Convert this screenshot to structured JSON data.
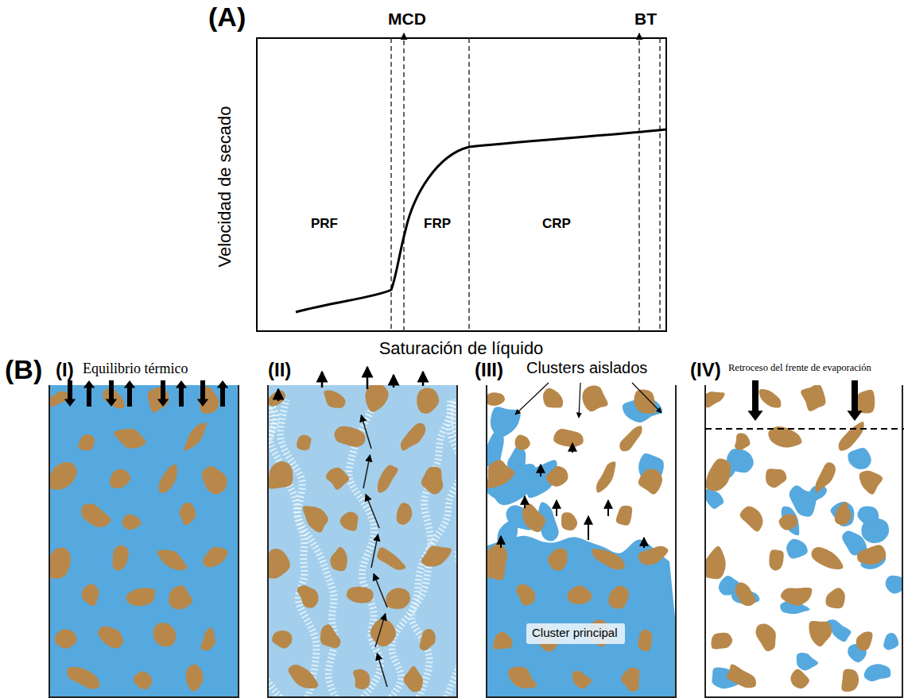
{
  "diagram": {
    "nodes": [
      {
        "text": [
          "Cluster principal"
        ]
      }
    ],
    "labels": [
      "(A)",
      "MCD",
      "BT",
      "Velocidad de secado",
      "PRF",
      "FRP",
      "CRP",
      "Saturación de líquido",
      "(B)",
      "(I)",
      "Equilibrio térmico",
      "(II)",
      "(III)",
      "Clusters aislados",
      "(IV)",
      "Retroceso del frente de evaporación"
    ]
  }
}
